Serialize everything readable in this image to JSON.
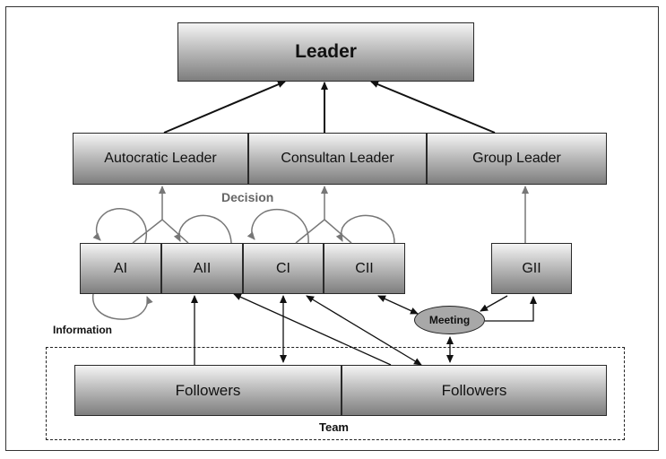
{
  "leader": "Leader",
  "middle": [
    "Autocratic Leader",
    "Consultan Leader",
    "Group Leader"
  ],
  "styles": [
    "AI",
    "AII",
    "CI",
    "CII",
    "GII"
  ],
  "decision_label": "Decision",
  "information_label": "Information",
  "meeting_label": "Meeting",
  "followers": [
    "Followers",
    "Followers"
  ],
  "team_label": "Team",
  "colors": {
    "line_dark": "#111111",
    "line_gray": "#777777",
    "meeting_fill": "#a8a8a8"
  }
}
